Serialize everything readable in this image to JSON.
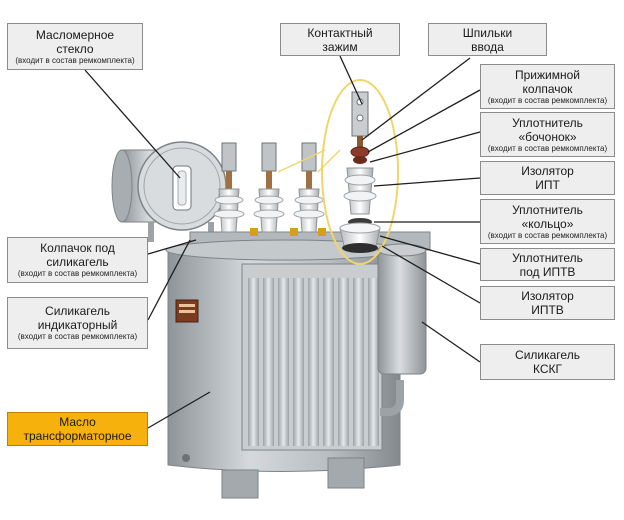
{
  "callouts": {
    "sight_glass": {
      "line1": "Масломерное",
      "line2": "стекло",
      "note": "(входит в состав ремкомплекта)"
    },
    "contact_clamp": {
      "line1": "Контактный",
      "line2": "зажим"
    },
    "studs": {
      "line1": "Шпильки",
      "line2": "ввода"
    },
    "pressure_cap": {
      "line1": "Прижимной",
      "line2": "колпачок",
      "note": "(входит в состав ремкомплекта)"
    },
    "barrel_seal": {
      "line1": "Уплотнитель",
      "line2": "«бочонок»",
      "note": "(входит в состав ремкомплекта)"
    },
    "ipt_insulator": {
      "line1": "Изолятор",
      "line2": "ИПТ"
    },
    "ring_seal": {
      "line1": "Уплотнитель",
      "line2": "«кольцо»",
      "note": "(входит в состав ремкомплекта)"
    },
    "iptv_seal": {
      "line1": "Уплотнитель",
      "line2": "под ИПТВ"
    },
    "iptv_insulator": {
      "line1": "Изолятор",
      "line2": "ИПТВ"
    },
    "silica_cap": {
      "line1": "Колпачок под",
      "line2": "силикагель",
      "note": "(входит в состав ремкомплекта)"
    },
    "silica_indicator": {
      "line1": "Силикагель",
      "line2": "индикаторный",
      "note": "(входит в состав ремкомплекта)"
    },
    "silica_kskg": {
      "line1": "Силикагель",
      "line2": "КСКГ"
    },
    "transformer_oil": {
      "line1": "Масло",
      "line2": "трансформаторное"
    }
  },
  "colors": {
    "box_fill": "#eeeeee",
    "box_border": "#8c8c8c",
    "highlight_fill": "#f7b10c",
    "leader_line": "#1e1e1e",
    "highlight_ellipse": "#f0d66a",
    "tank": "#b9bec2"
  }
}
